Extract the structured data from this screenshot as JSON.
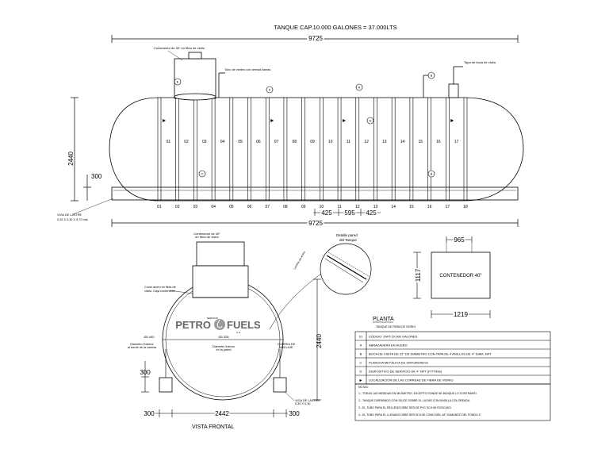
{
  "title": "TANQUE CAP.10.000 GALONES = 37.000LTS",
  "dims": {
    "overall_length": "9725",
    "height": "2440",
    "base_height": "300",
    "spacing_left": "425",
    "spacing_mid": "595",
    "spacing_right": "425",
    "front_width": "2442",
    "front_left": "300",
    "front_right": "300",
    "front_height": "2440",
    "front_base": "300",
    "container_width": "965",
    "container_height": "1117",
    "container_base": "1219"
  },
  "side_view": {
    "container_note": "Contenedor de 40\" en fibra de vidrio",
    "vent_note": "Tubo de venteo con arresta llamas",
    "rear_note": "Tapa de boca de visita",
    "base_note": "VIGA DE LASTRE",
    "base_note2": "0,30 X 0,30 X 9,72 mts",
    "rib_labels": [
      "01",
      "02",
      "03",
      "04",
      "05",
      "06",
      "07",
      "08",
      "09",
      "10",
      "11",
      "12",
      "13",
      "14",
      "15",
      "16",
      "17",
      "18"
    ],
    "markers": [
      "E",
      "A",
      "C",
      "A",
      "D",
      "B",
      "B"
    ]
  },
  "front_view": {
    "container_label": "Contenedor de 40\"",
    "container_label2": "en fibra de vidrio",
    "cover_label": "Cover acero en fibra de",
    "cover_label2": "vidrio. Caja contenedor",
    "left_label": "Diametro Exterior",
    "left_label2": "al borde de la camisa",
    "left_value": "Ø2.440",
    "center_value": "Ø2.326",
    "center_label": "Diametro Interno",
    "center_label2": "en la pared",
    "right_label": "CORREA DE",
    "right_label2": "ANCLAJE",
    "base_label": "VIGA DE LASTRE",
    "base_label2": "0,30 X 0,30",
    "detail_label": "Detalle pared",
    "detail_label2": "del Tanque",
    "detail_note": "Lamina de acero",
    "view_title": "VISTA FRONTAL"
  },
  "logo": {
    "top": "SERVICIO",
    "main_left": "PETRO",
    "main_right": "FUELS",
    "bottom": "C.A."
  },
  "container_view": {
    "label": "CONTENEDOR 40\""
  },
  "legend": {
    "title": "PLANTA",
    "subtitle": "TANQUE DE FIBRA DE VIDRIO",
    "rows": [
      {
        "code": "01",
        "text": "CÓDIGO: DWT-10.000 GALONES"
      },
      {
        "code": "A",
        "text": "ABRAZADERA EN ACERO"
      },
      {
        "code": "B",
        "text": "BOCA DE VISITA DE 22\" DE DIAMETRO CON TAPA DE 4 ANILLOS DE 4\" DIAM. NPT"
      },
      {
        "code": "C",
        "text": "PLANCHA METÁLICA DE 300X300X6mm"
      },
      {
        "code": "D",
        "text": "DISPOSITIVO DE SERVICIO DE 4\" NPT (FITTING)"
      },
      {
        "code": "▶",
        "text": "LOCALIZACIÓN DE LAS CORREAS DE FIBRA DE VIDRIO"
      }
    ],
    "notes_title": "NOTAS:",
    "notes": [
      "1.- TODAS LAS MEDIDAS EN MILÍMETRO, EXCEPTO DONDE SE INDIQUE LO CONTRARIO.",
      "2.- TANQUE DISPARADO CON SÍLICE SOBRE EL LUGAR CON MASILLA COLOREADA.",
      "3.- EL TUBO PARA EL RELLENO DEBE SER DE PVC SCH 80 ROSCADO.",
      "4.- EL TUBO PARA EL LLENADO DEBE SER SCH 80 COMO MÍN. 48\" SUMANDO DEL FONDO 4\""
    ]
  }
}
